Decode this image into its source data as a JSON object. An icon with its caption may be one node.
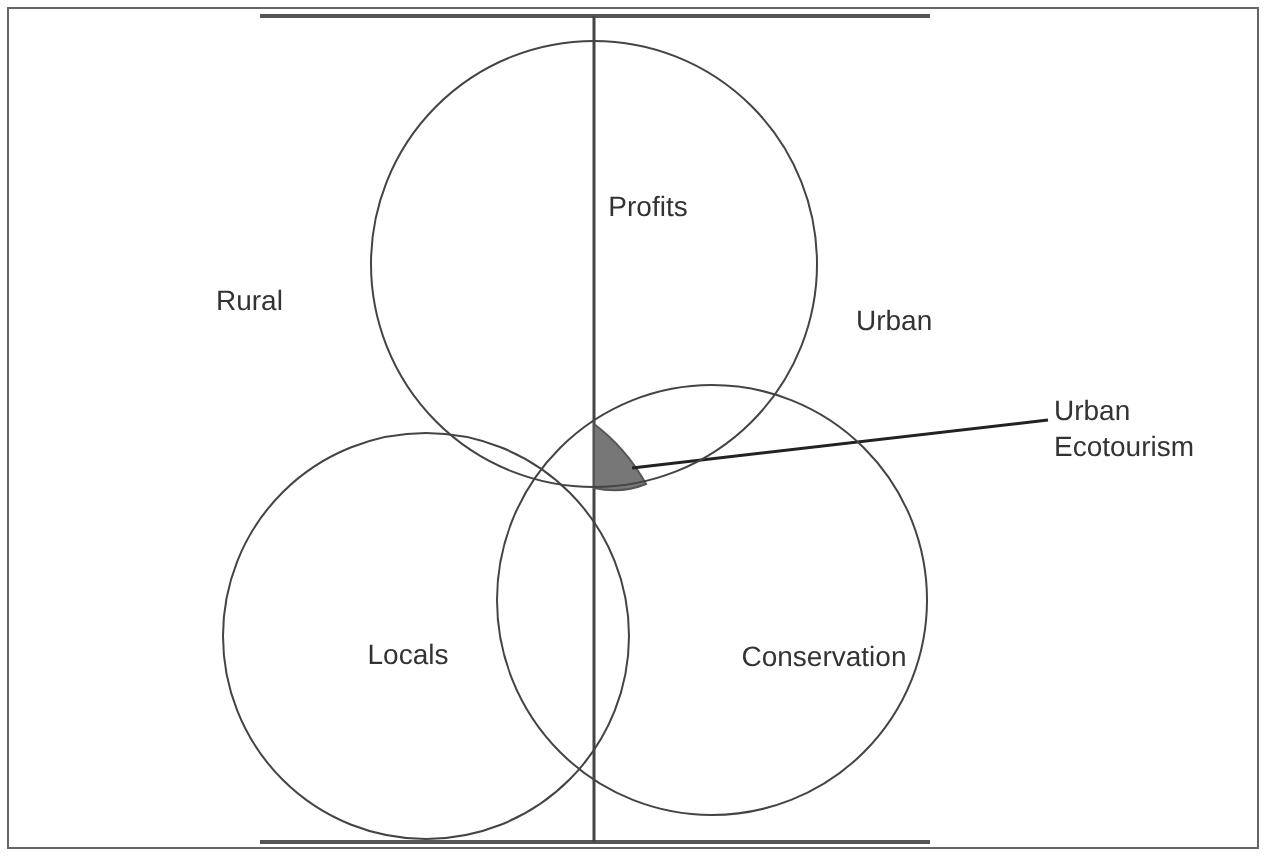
{
  "diagram": {
    "nodes": [
      {
        "text": [
          "Profits"
        ]
      },
      {
        "text": [
          "Locals"
        ]
      },
      {
        "text": [
          "Conservation"
        ]
      },
      {
        "text": [
          "Urban Ecotourism"
        ]
      },
      {
        "text": [],
        "shape": "wedge"
      }
    ],
    "edges": [
      {
        "from": 3,
        "to": 4,
        "arrow": "none"
      }
    ],
    "labels": [
      "Rural",
      "Urban"
    ]
  }
}
